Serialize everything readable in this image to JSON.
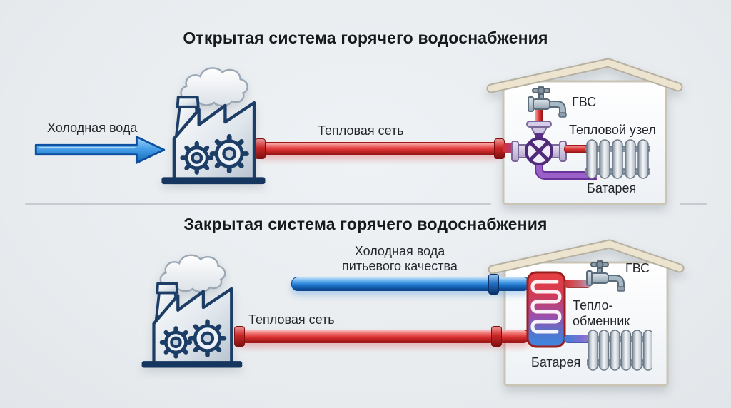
{
  "top": {
    "title": "Открытая система горячего водоснабжения",
    "cold_water_label": "Холодная вода",
    "heat_network_label": "Тепловая сеть",
    "gvs_label": "ГВС",
    "heat_node_label": "Тепловой узел",
    "radiator_label": "Батарея"
  },
  "bottom": {
    "title": "Закрытая система горячего водоснабжения",
    "cold_water_line1": "Холодная вода",
    "cold_water_line2": "питьевого качества",
    "heat_network_label": "Тепловая сеть",
    "gvs_label": "ГВС",
    "exchanger_line1": "Тепло-",
    "exchanger_line2": "обменник",
    "radiator_label": "Батарея"
  },
  "icons": {
    "factory": "factory-icon",
    "smoke": "smoke-cloud-icon",
    "flow_arrow": "flow-arrow-icon",
    "house": "house-icon",
    "faucet": "faucet-icon",
    "valve": "valve-icon",
    "radiator": "radiator-icon",
    "heat_exchanger": "heat-exchanger-icon"
  },
  "colors": {
    "background": "#e9edf0",
    "title_text": "#17191c",
    "label_text": "#23272c",
    "pipe_red": "#d83030",
    "pipe_red_dark": "#931414",
    "pipe_blue": "#1e78d0",
    "pipe_blue_dark": "#0a3f85",
    "pipe_purple": "#8a4bb8",
    "factory_outline": "#1c3d66",
    "roof_cream": "#ece4cf",
    "divider": "#c6cbd1"
  }
}
